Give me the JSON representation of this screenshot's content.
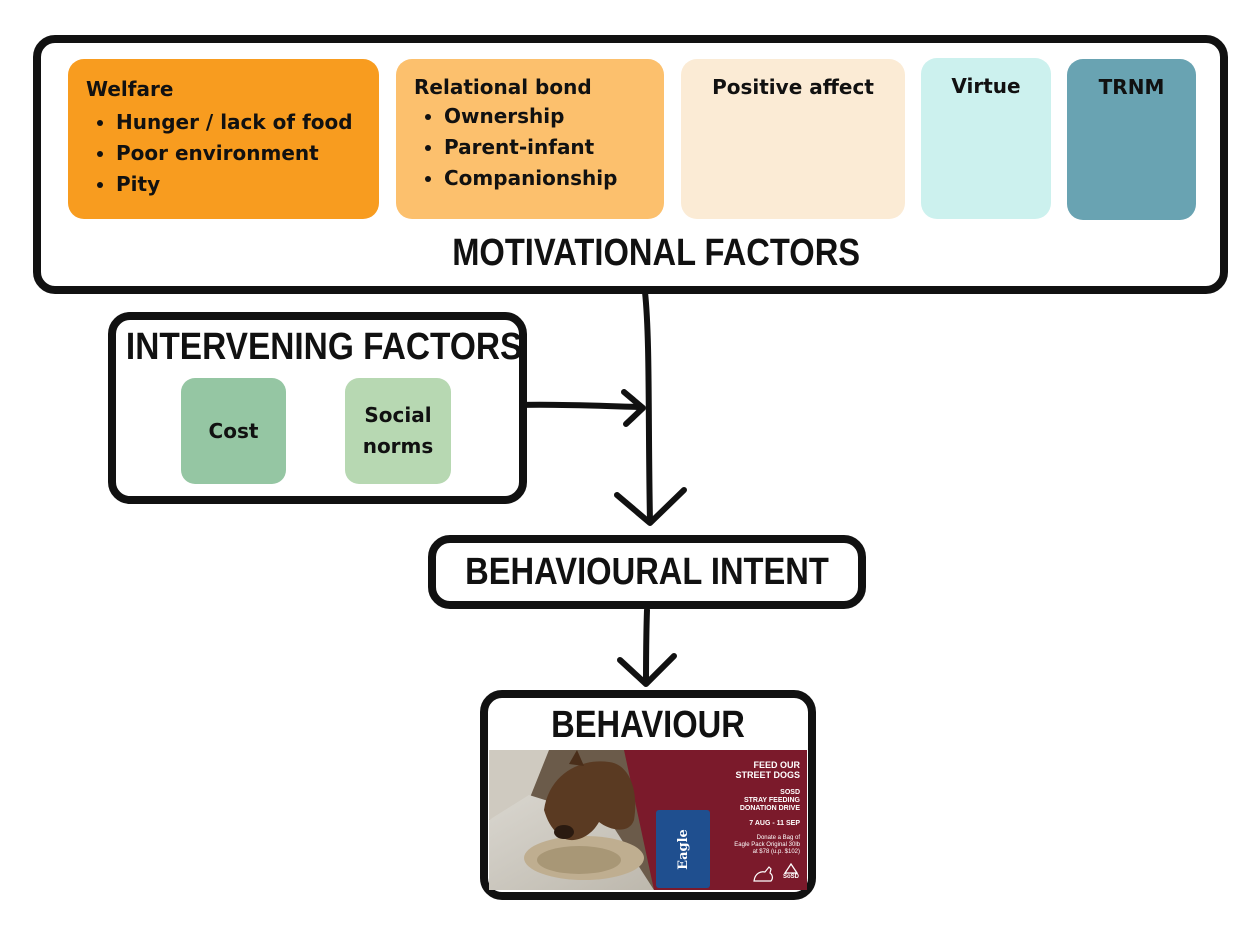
{
  "motivational": {
    "heading": "MOTIVATIONAL FACTORS",
    "cards": [
      {
        "title": "Welfare",
        "items": [
          "Hunger / lack of food",
          "Poor environment",
          "Pity"
        ],
        "color": "#F89C1F"
      },
      {
        "title": "Relational bond",
        "items": [
          "Ownership",
          "Parent-infant",
          "Companionship"
        ],
        "color": "#FCC06D"
      },
      {
        "title": "Positive affect",
        "items": [],
        "color": "#FBEBD5"
      },
      {
        "title": "Virtue",
        "items": [],
        "color": "#CCF1EE"
      },
      {
        "title": "TRNM",
        "items": [],
        "color": "#69A3B2"
      }
    ]
  },
  "intervening": {
    "heading": "INTERVENING FACTORS",
    "cost": {
      "label": "Cost",
      "color": "#95C6A3"
    },
    "social": {
      "label_line1": "Social",
      "label_line2": "norms",
      "color": "#B7D8B2"
    }
  },
  "intent": {
    "heading": "BEHAVIOURAL INTENT"
  },
  "behaviour": {
    "heading": "BEHAVIOUR",
    "poster": {
      "line1": "FEED OUR",
      "line2": "STREET DOGS",
      "line3": "SOSD",
      "line4": "STRAY FEEDING",
      "line5": "DONATION DRIVE",
      "dates": "7 AUG - 11 SEP",
      "donate1": "Donate a Bag of",
      "donate2": "Eagle Pack Original 30lb",
      "donate3": "at $78 (u.p. $102)",
      "bag_brand": "Eagle",
      "logo": "SoSD",
      "bg_color": "#7B1A2B"
    }
  }
}
